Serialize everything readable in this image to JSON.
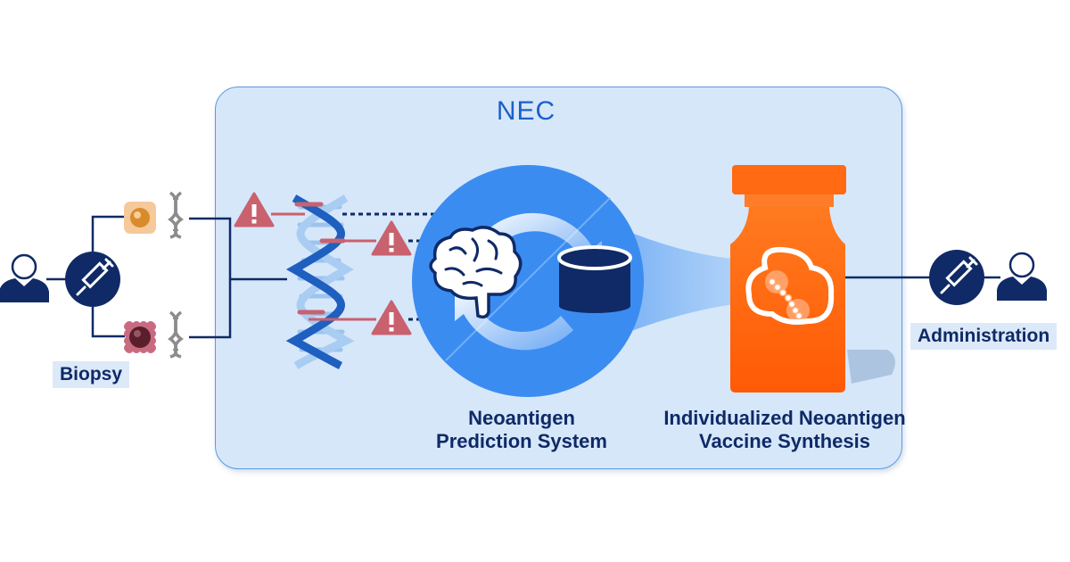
{
  "panel": {
    "title": "NEC"
  },
  "steps": {
    "prediction_line1": "Neoantigen",
    "prediction_line2": "Prediction System",
    "synthesis_line1": "Individualized Neoantigen",
    "synthesis_line2": "Vaccine Synthesis"
  },
  "labels": {
    "biopsy": "Biopsy",
    "administration": "Administration"
  },
  "icons": [
    "person-icon",
    "syringe-icon",
    "cell-icon",
    "dna-icon",
    "warning-icon",
    "brain-icon",
    "database-icon",
    "refresh-icon",
    "vial-icon",
    "peptide-icon"
  ],
  "colors": {
    "panel_bg": "#d6e7fa",
    "panel_border": "#5b9ae0",
    "navy": "#0f2a66",
    "brand_blue": "#1d5fc8",
    "circle_blue": "#3b8cf0",
    "vial_orange": "#ff6a13",
    "warning_red": "#c9616e"
  }
}
